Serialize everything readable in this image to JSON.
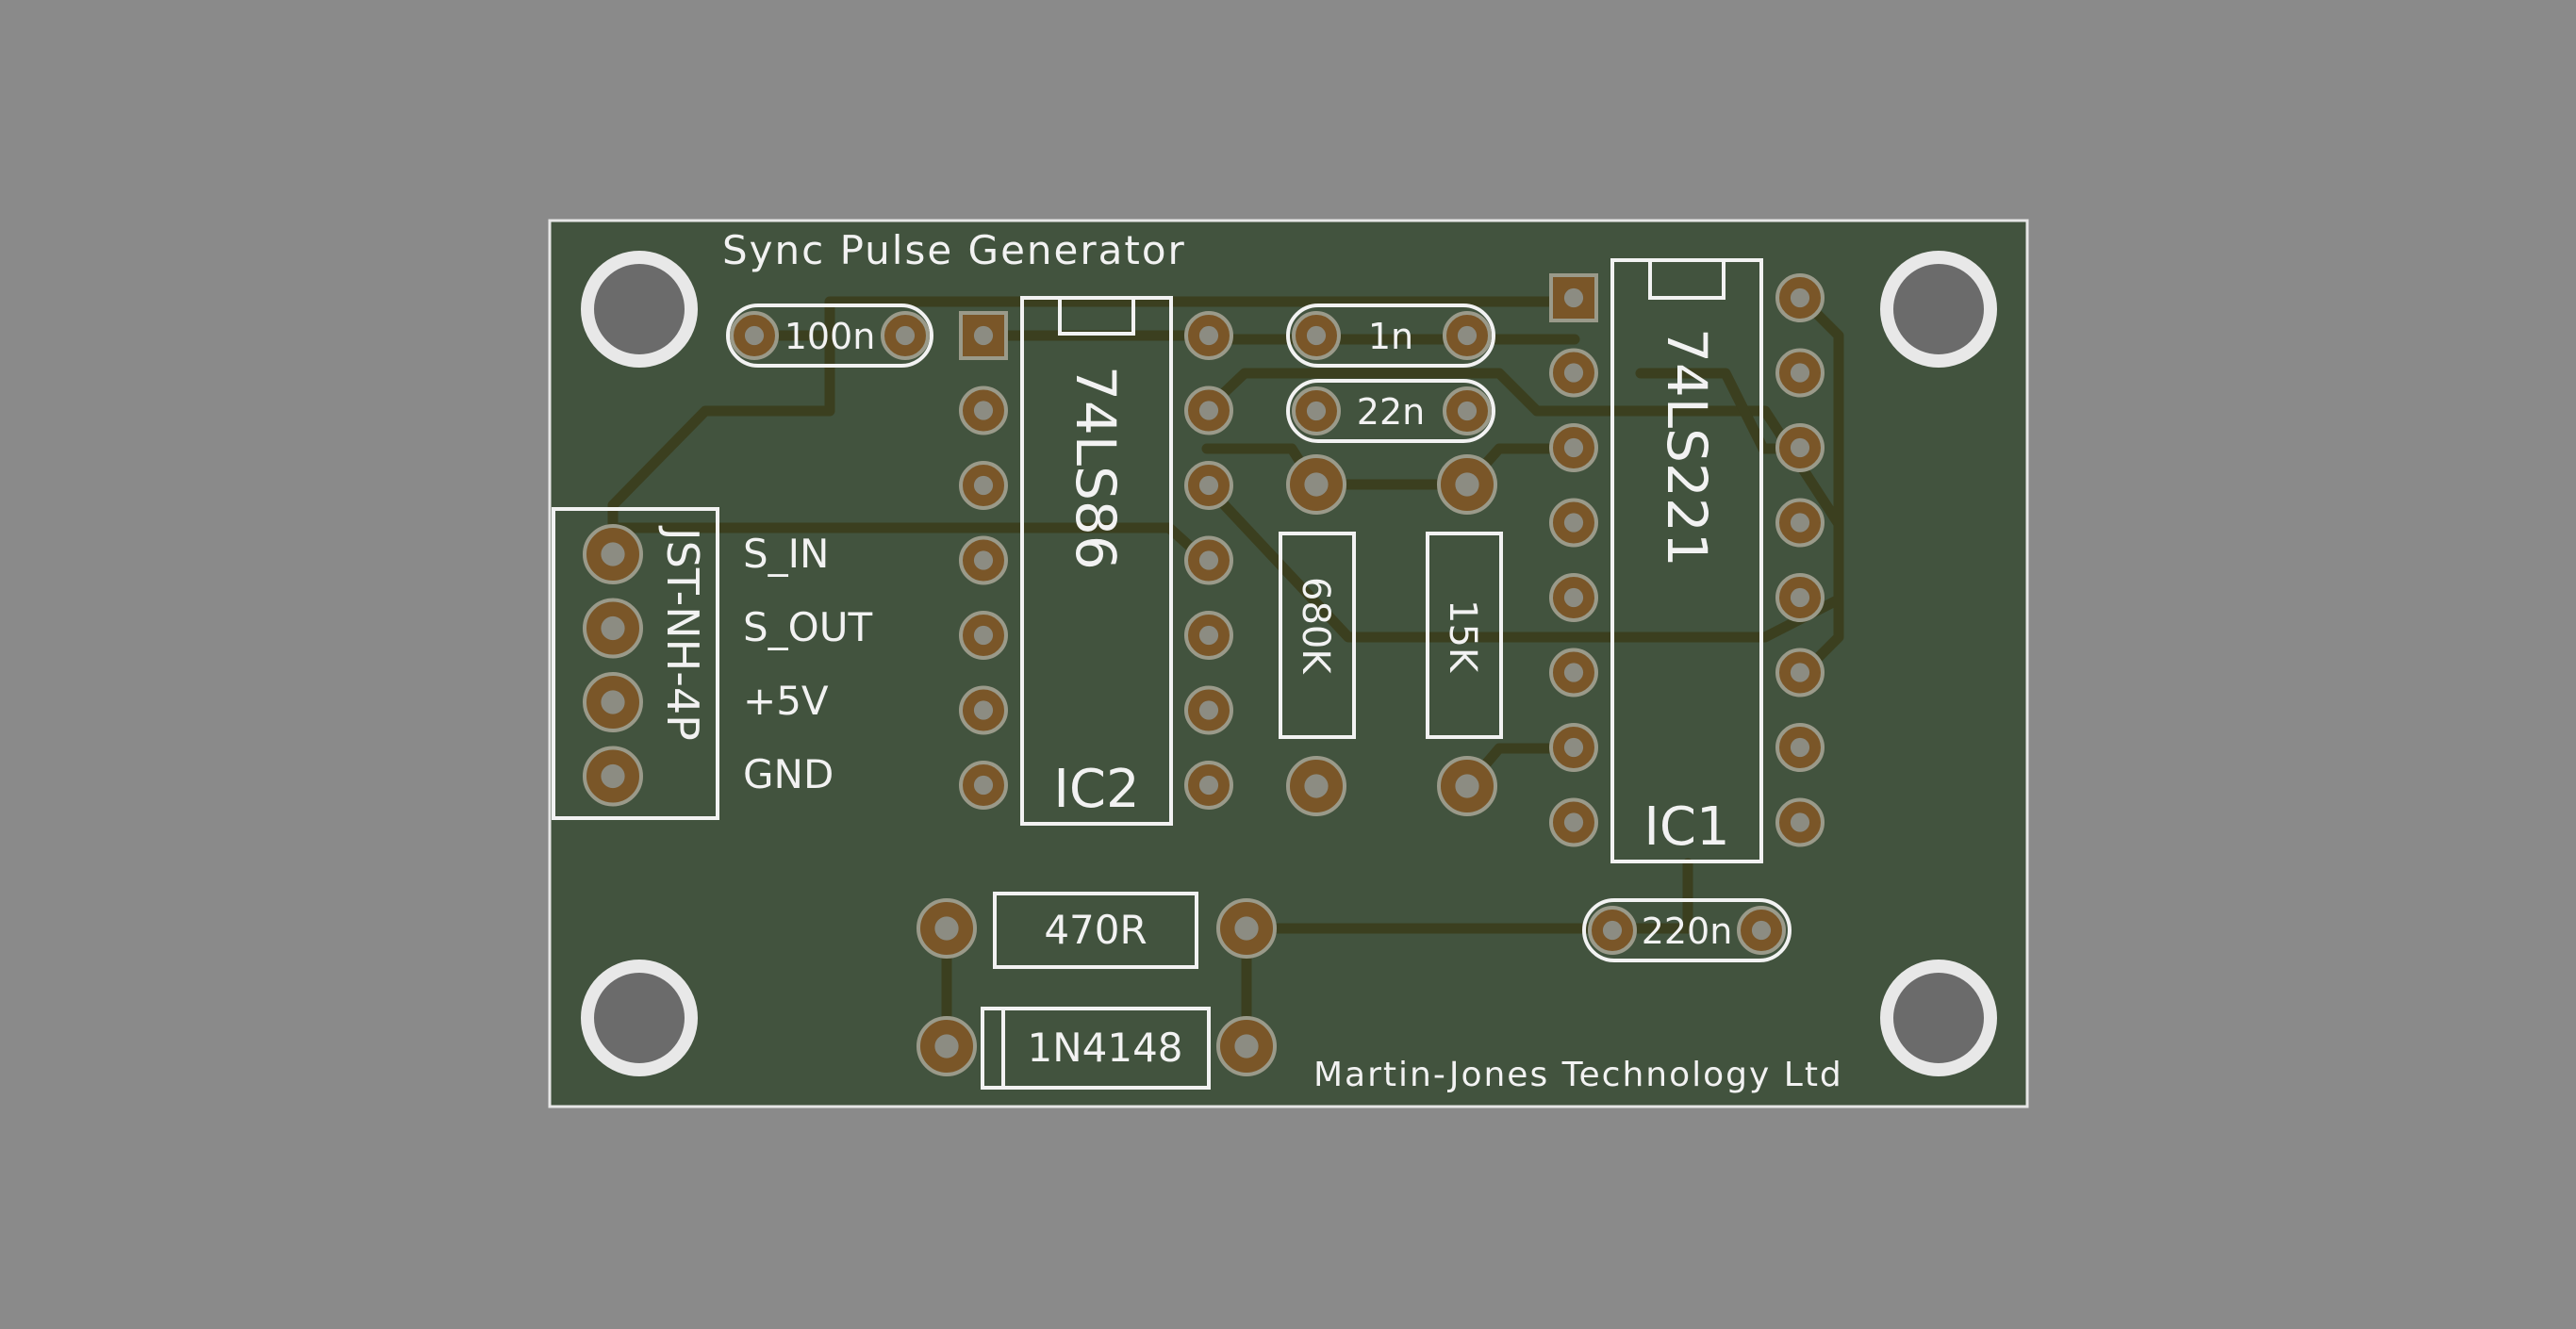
{
  "board": {
    "title": "Sync Pulse Generator",
    "footer": "Martin-Jones Technology Ltd"
  },
  "colors": {
    "background": "#8a8a8a",
    "board": "#42533e",
    "silkscreen": "#f2f2f2",
    "pad_copper": "#7a5628",
    "trace": "#3b3f1f"
  },
  "connector": {
    "ref": "JST-NH-4P",
    "pins": [
      "S_IN",
      "S_OUT",
      "+5V",
      "GND"
    ]
  },
  "components": {
    "ic2": {
      "part": "74LS86",
      "ref": "IC2"
    },
    "ic1": {
      "part": "74LS221",
      "ref": "IC1"
    },
    "c_100n": "100n",
    "c_1n": "1n",
    "c_22n": "22n",
    "c_220n": "220n",
    "r_680k": "680K",
    "r_15k": "15K",
    "r_470r": "470R",
    "d_1n4148": "1N4148"
  }
}
